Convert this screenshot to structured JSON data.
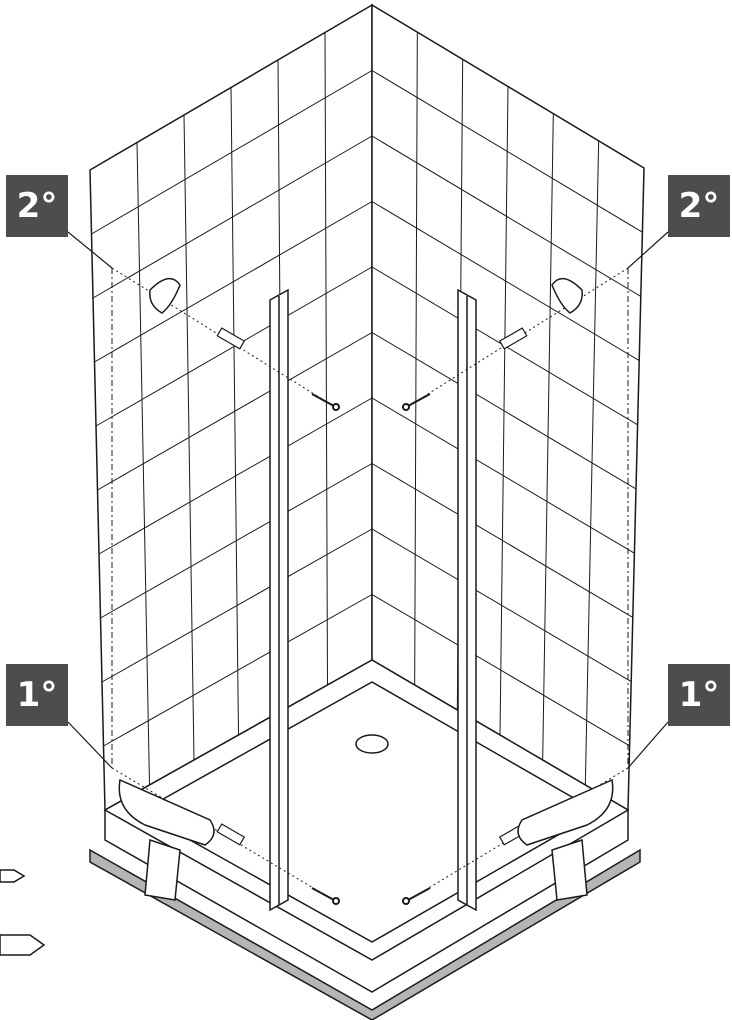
{
  "step_labels": {
    "upper_left": "2°",
    "upper_right": "2°",
    "lower_left": "1°",
    "lower_right": "1°"
  },
  "colors": {
    "badge": "#4d4d4f",
    "line": "#1a1a1a",
    "floor_strip": "#b5b5b5"
  },
  "icons": [
    "drill-icon",
    "wall-plug-icon",
    "screw-icon",
    "bracket-icon",
    "drill-bit-icon"
  ]
}
